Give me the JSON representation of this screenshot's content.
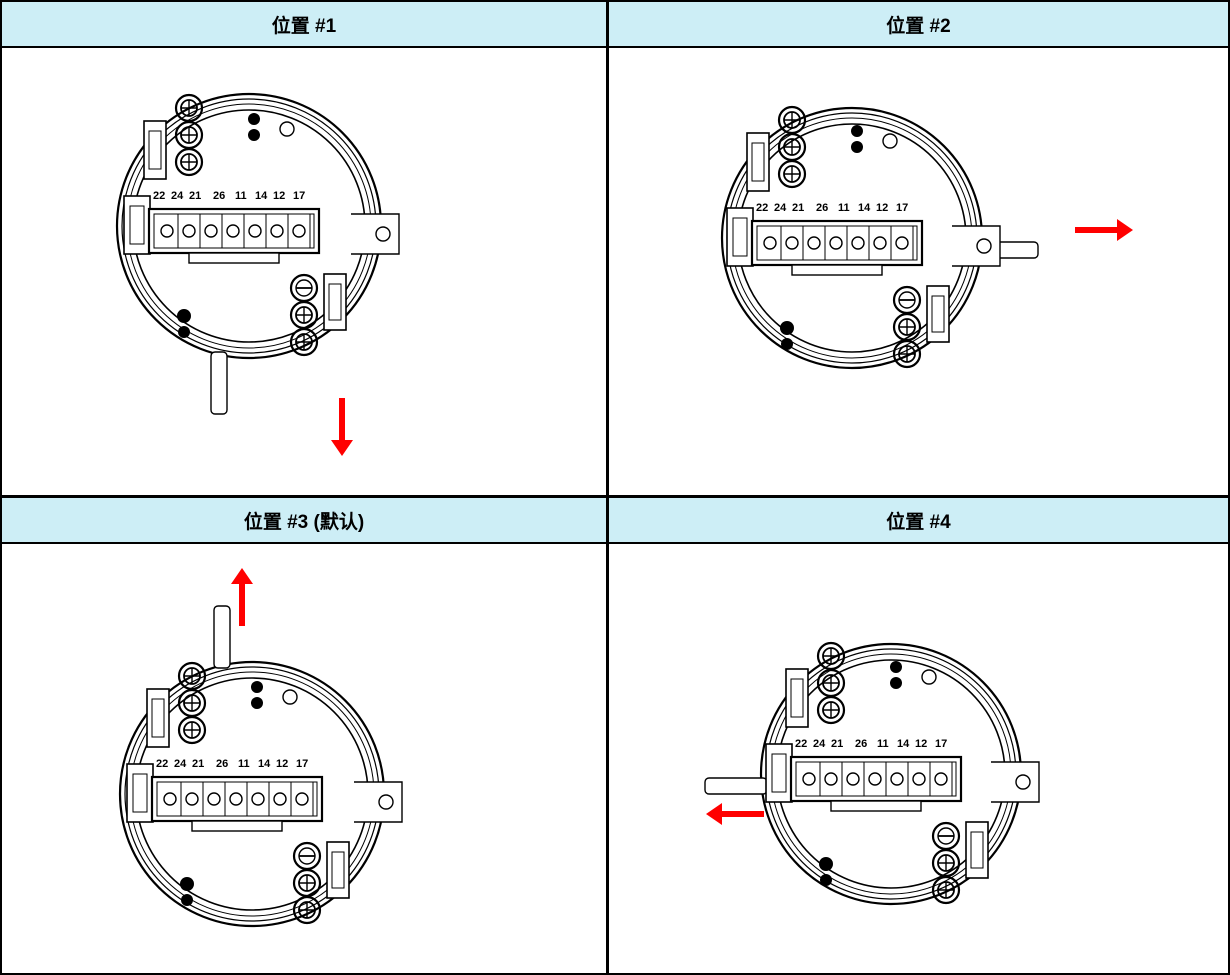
{
  "panels": [
    {
      "title": "位置 #1",
      "orientation": "down"
    },
    {
      "title": "位置 #2",
      "orientation": "right"
    },
    {
      "title": "位置 #3 (默认)",
      "orientation": "up"
    },
    {
      "title": "位置 #4",
      "orientation": "left"
    }
  ],
  "connector_labels": [
    "22",
    "24",
    "21",
    "26",
    "11",
    "14",
    "12",
    "17"
  ],
  "colors": {
    "header_bg": "#cdeef6",
    "arrow": "#ff0000",
    "line": "#000000"
  }
}
